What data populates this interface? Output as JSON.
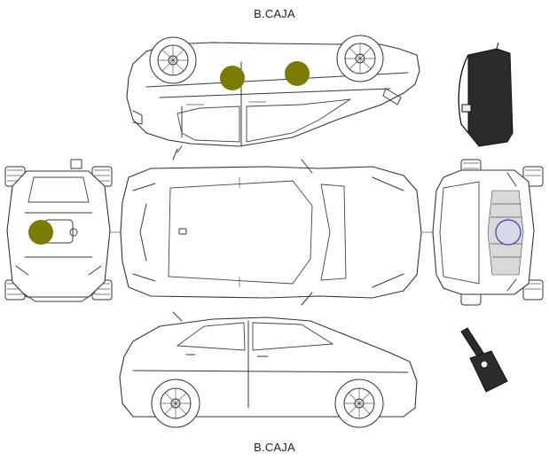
{
  "top_label": "B.CAJA",
  "bottom_label": "B.CAJA",
  "colors": {
    "damage_marker": "#7a7a05",
    "selected_marker": "#d8d8e6",
    "selected_marker_ring": "#3b3bb0",
    "trunk_cover": "#2b2b2b",
    "key": "#2b2b2b"
  },
  "views": [
    {
      "name": "driver-side-view",
      "markers": 2
    },
    {
      "name": "rear-view",
      "markers": 1
    },
    {
      "name": "roof-view",
      "markers": 0
    },
    {
      "name": "front-view",
      "markers": 1
    },
    {
      "name": "passenger-side-view",
      "markers": 0
    }
  ],
  "accessories": [
    "trunk-cover",
    "car-key"
  ]
}
